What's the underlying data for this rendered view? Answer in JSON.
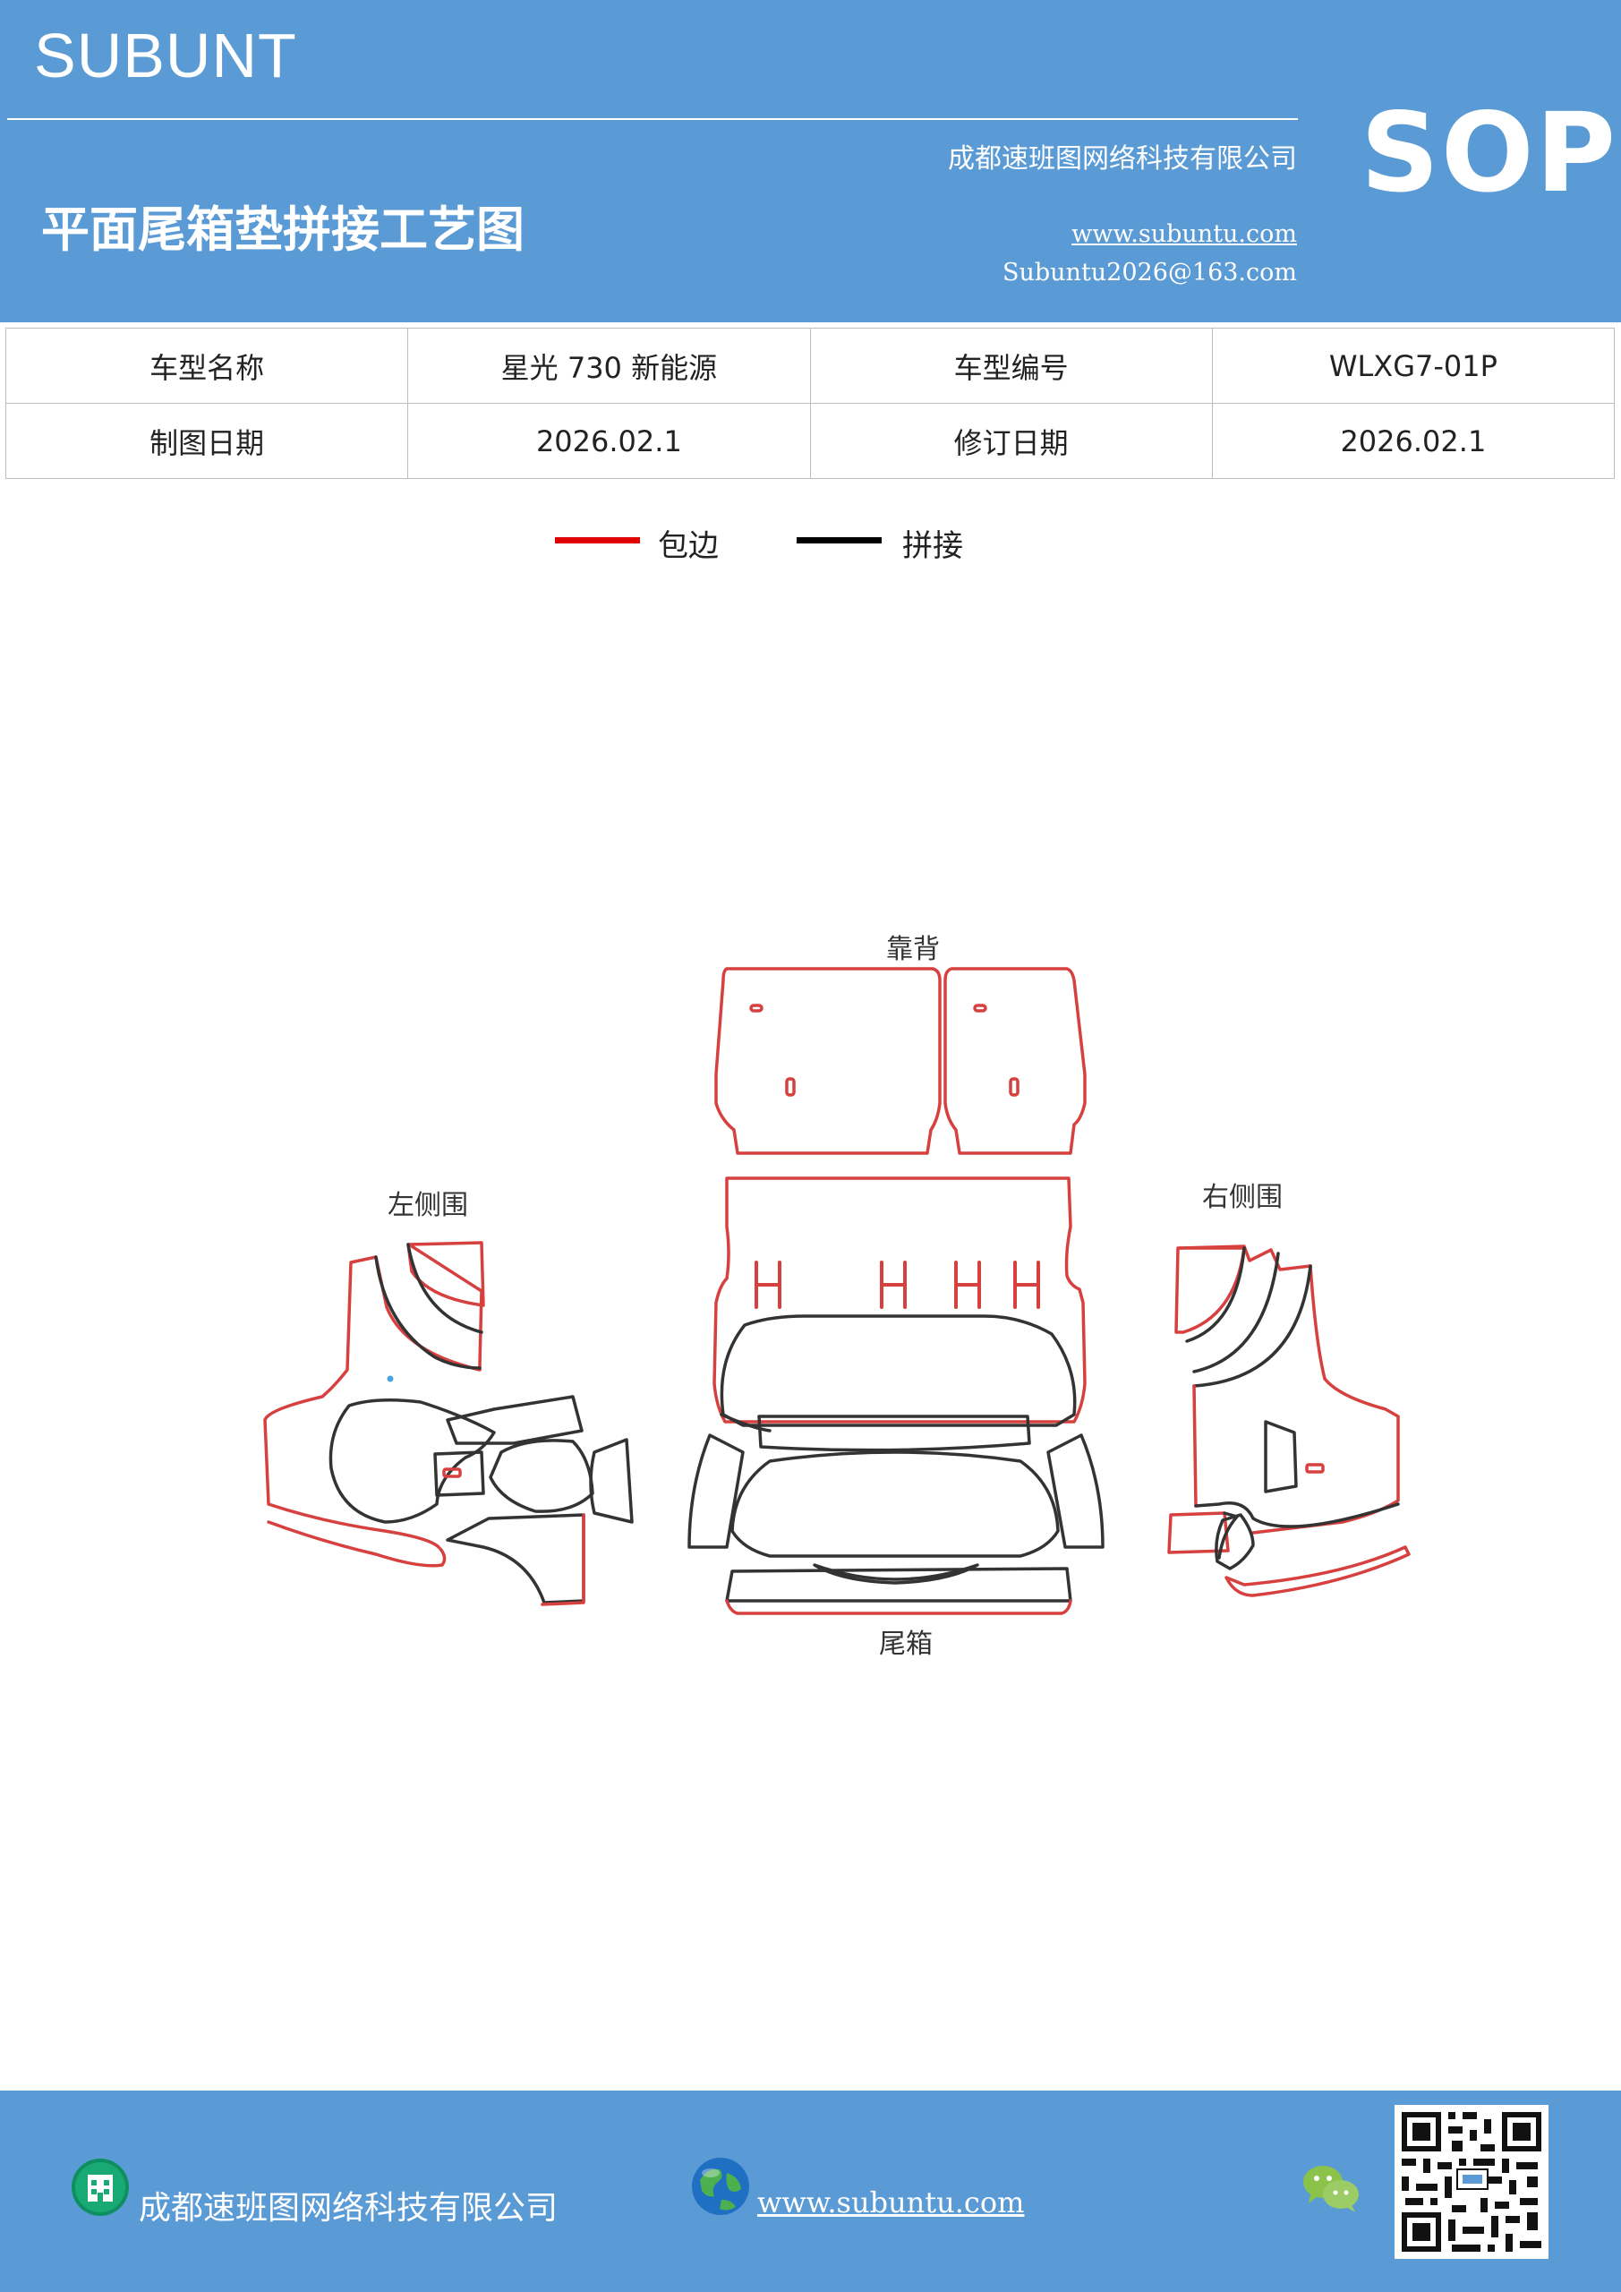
{
  "header": {
    "brand": "SUBUNT",
    "badge": "SOP",
    "title": "平面尾箱垫拼接工艺图",
    "company": "成都速班图网络科技有限公司",
    "url": "www.subuntu.com",
    "email": "Subuntu2026@163.com",
    "color": "#5b9bd5"
  },
  "info_table": {
    "row1": [
      "车型名称",
      "星光 730 新能源",
      "车型编号",
      "WLXG7-01P"
    ],
    "row2": [
      "制图日期",
      "2026.02.1",
      "修订日期",
      "2026.02.1"
    ]
  },
  "legend": {
    "items": [
      {
        "label": "包边",
        "color": "#e00000"
      },
      {
        "label": "拼接",
        "color": "#000000"
      }
    ]
  },
  "diagram": {
    "labels": {
      "backrest": "靠背",
      "left_side": "左侧围",
      "right_side": "右侧围",
      "trunk": "尾箱"
    },
    "colors": {
      "edge": "#d6403f",
      "seam": "#333333"
    }
  },
  "footer": {
    "company": "成都速班图网络科技有限公司",
    "url": "www.subuntu.com",
    "icons": [
      "building-icon",
      "globe-icon",
      "wechat-icon",
      "qr-code"
    ]
  }
}
